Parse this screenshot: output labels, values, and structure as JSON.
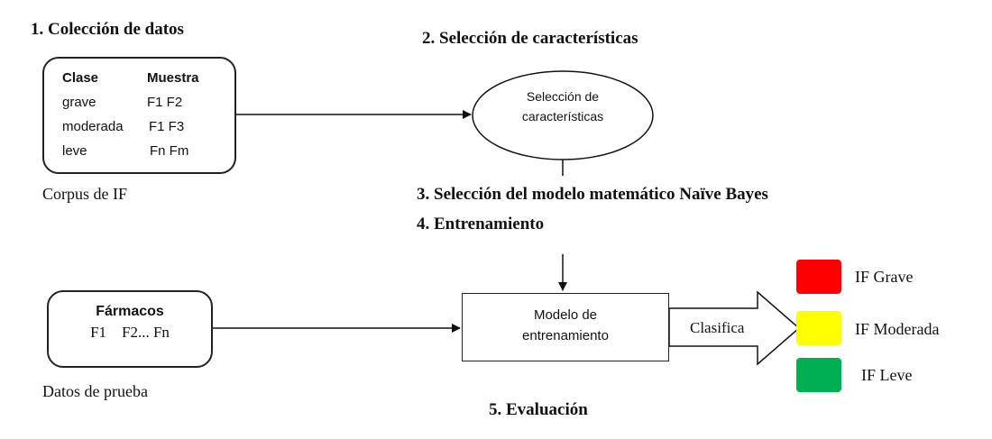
{
  "steps": {
    "s1": "1.   Colección de datos",
    "s2": "2.   Selección de características",
    "s3": "3.   Selección del modelo matemático Naïve Bayes",
    "s4": "4.   Entrenamiento",
    "s5": "5. Evaluación"
  },
  "corpus": {
    "header_clase": "Clase",
    "header_muestra": "Muestra",
    "rows": [
      {
        "clase": "grave",
        "muestra": "F1 F2"
      },
      {
        "clase": "moderada",
        "muestra": "F1 F3"
      },
      {
        "clase": "leve",
        "muestra": "Fn Fm"
      }
    ],
    "caption": "Corpus de IF"
  },
  "selection_node": {
    "line1": "Selección de",
    "line2": "características"
  },
  "test_data": {
    "title": "Fármacos",
    "items": "F1    F2... Fn",
    "caption": "Datos de prueba"
  },
  "model": {
    "line1": "Modelo de",
    "line2": "entrenamiento"
  },
  "classify_label": "Clasifica",
  "legend": [
    {
      "label": "IF Grave",
      "color": "#ff0000"
    },
    {
      "label": "IF Moderada",
      "color": "#ffff00"
    },
    {
      "label": "IF Leve",
      "color": "#00b050"
    }
  ]
}
